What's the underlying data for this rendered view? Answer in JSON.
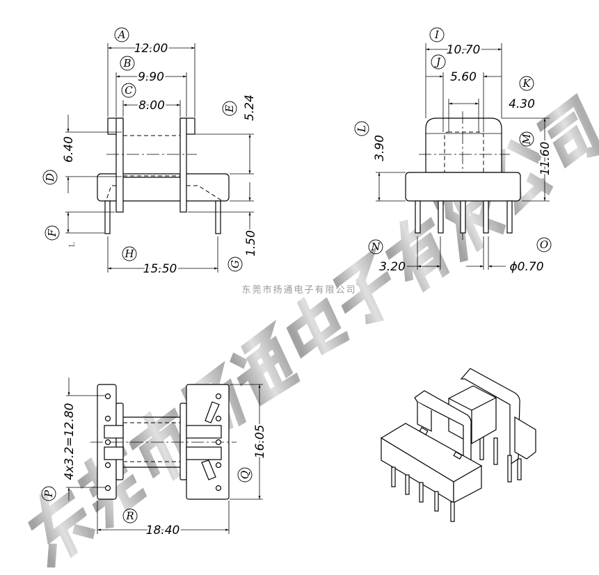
{
  "title": "Bobbin dimension drawing",
  "front_view": {
    "labels": {
      "A": "A",
      "B": "B",
      "C": "C",
      "D": "D",
      "E": "E",
      "F": "F",
      "G": "G",
      "H": "H",
      "L": "L"
    },
    "dims": {
      "A": "12.00",
      "B": "9.90",
      "C": "8.00",
      "D": "6.40",
      "E": "5.24",
      "G": "1.50",
      "H": "15.50"
    }
  },
  "side_view": {
    "labels": {
      "I": "I",
      "J": "J",
      "K": "K",
      "L": "L",
      "M": "M",
      "N": "N",
      "O": "O"
    },
    "dims": {
      "I": "10.70",
      "J": "5.60",
      "K": "4.30",
      "L": "3.90",
      "M": "11.60",
      "N": "3.20",
      "O": "ϕ0.70"
    }
  },
  "bottom_view": {
    "labels": {
      "P": "P",
      "Q": "Q",
      "R": "R"
    },
    "dims": {
      "P": "4x3.2=12.80",
      "Q": "16.05",
      "R": "18.40"
    }
  },
  "company_caption": "东莞市扬通电子有限公司",
  "watermark": "东莞市扬通电子有限公司"
}
